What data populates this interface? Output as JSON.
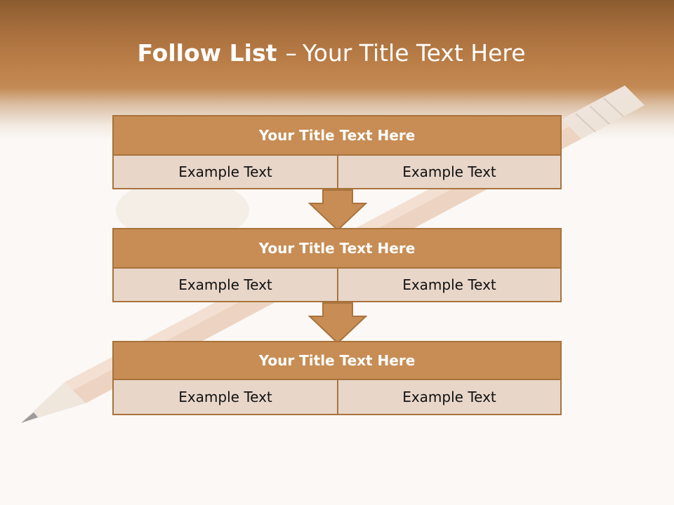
{
  "slide": {
    "title_bold": "Follow List",
    "title_separator": "–",
    "title_rest": "Your Title Text Here"
  },
  "steps": [
    {
      "title": "Your Title Text Here",
      "left": "Example Text",
      "right": "Example Text"
    },
    {
      "title": "Your Title Text Here",
      "left": "Example Text",
      "right": "Example Text"
    },
    {
      "title": "Your Title Text Here",
      "left": "Example Text",
      "right": "Example Text"
    }
  ],
  "colors": {
    "header_band": "#b87a44",
    "box_title_fill": "#c78d55",
    "box_cell_fill": "#e8d6c9",
    "border": "#a8733c",
    "arrow_fill": "#c78d55",
    "background": "#fbf8f5"
  }
}
